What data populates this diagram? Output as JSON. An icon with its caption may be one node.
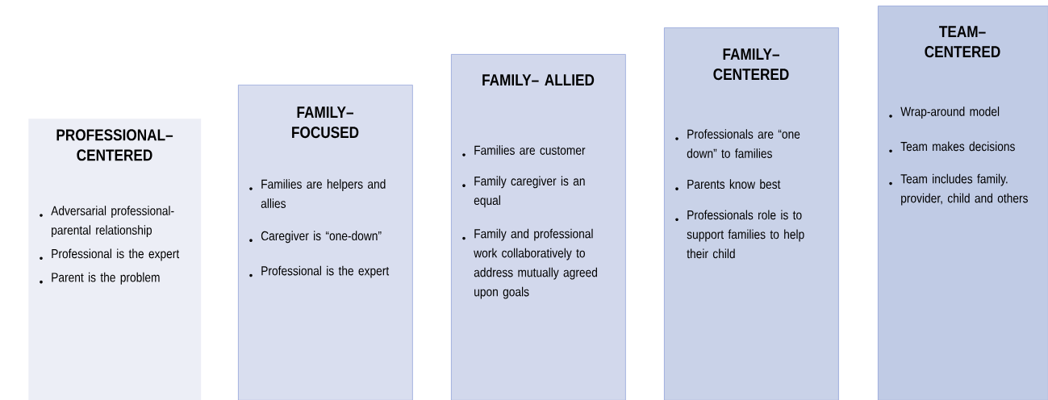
{
  "diagram": {
    "nodes": [
      {
        "text": [
          "PROFESSIONAL– CENTERED",
          "Adversarial professional- parental relationship",
          "Professional is the expert",
          "Parent is the problem"
        ]
      },
      {
        "text": [
          "FAMILY– FOCUSED",
          "Families are helpers and allies",
          "Caregiver is “one-down”",
          "Professional is the expert"
        ]
      },
      {
        "text": [
          "FAMILY– ALLIED",
          "Families are customer",
          "Family caregiver is an equal",
          "Family and professional work collaboratively to address mutually agreed upon goals"
        ]
      },
      {
        "text": [
          "FAMILY– CENTERED",
          "Professionals are “one down” to families",
          "Parents know best",
          "Professionals role is to support families to help their child"
        ]
      },
      {
        "text": [
          "TEAM– CENTERED",
          "Wrap-around model",
          "Team makes decisions",
          "Team includes family. provider, child and others"
        ]
      }
    ]
  }
}
